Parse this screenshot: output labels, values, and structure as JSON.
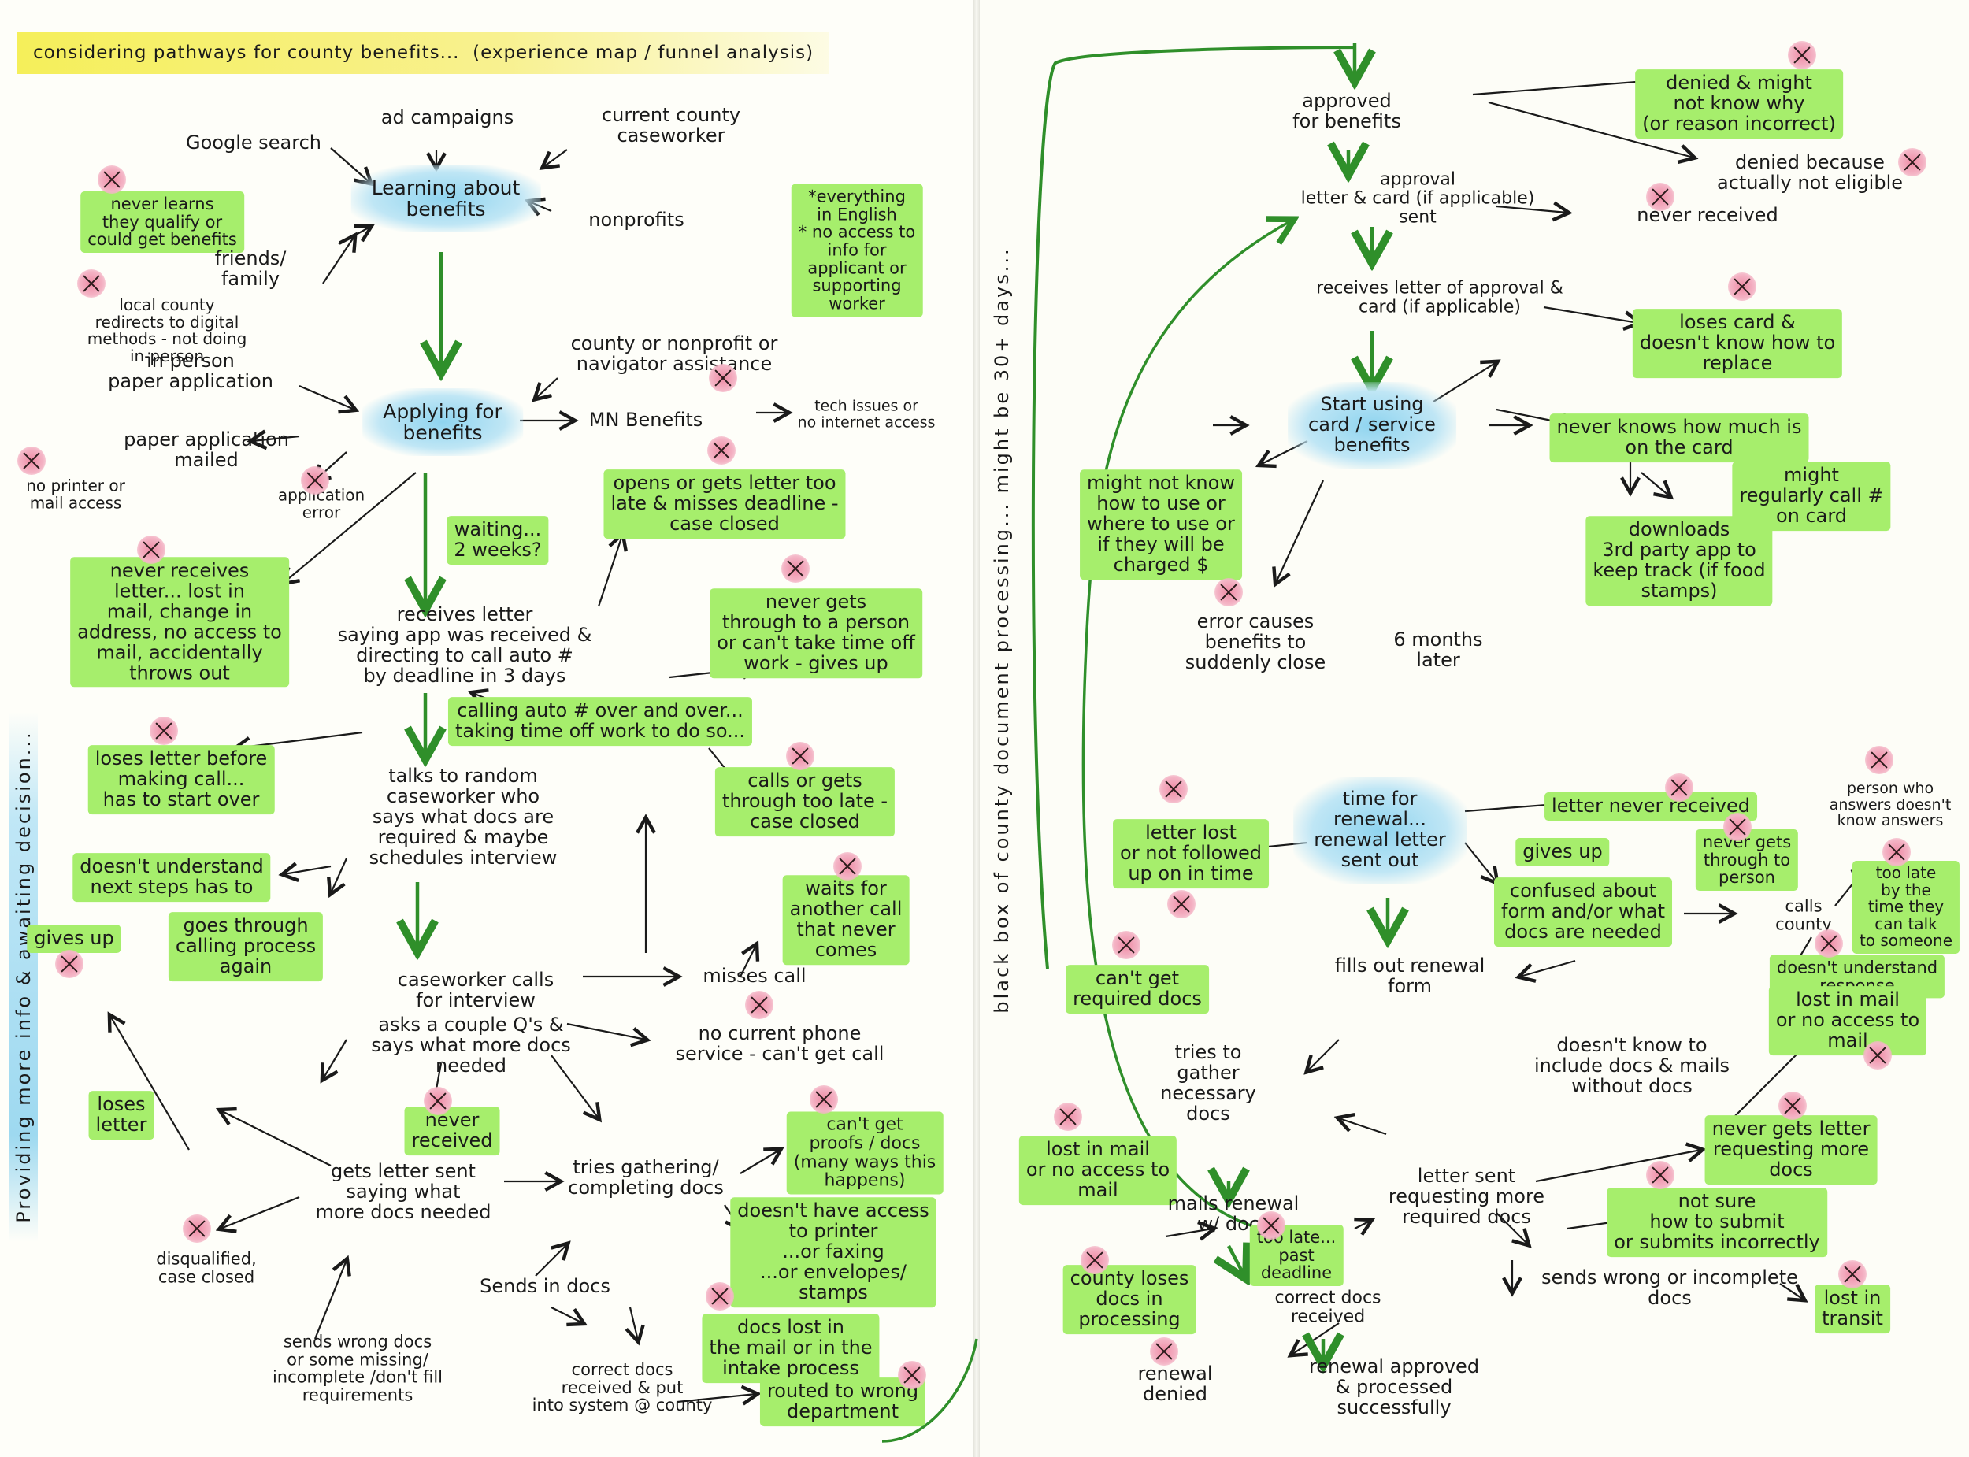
{
  "title": "considering pathways for county benefits...  (experience map / funnel analysis)",
  "side_notes": {
    "left": "Providing more info & awaiting decision...",
    "middle": "black box of county document processing... might be 30+ days..."
  },
  "left_page": {
    "google_search": "Google search",
    "ad_campaigns": "ad campaigns",
    "current_caseworker": "current county\ncaseworker",
    "learning_about_benefits": "Learning about\nbenefits",
    "never_learns": "never learns\nthey qualify or\ncould get benefits",
    "friends_family": "friends/\nfamily",
    "nonprofits": "nonprofits",
    "english_note": "*everything\nin English\n* no access to\ninfo for\napplicant or\nsupporting\nworker",
    "local_county": "local county\nredirects to digital\nmethods - not doing\nin-person",
    "in_person_paper": "in person\npaper application",
    "county_nonprofit_assist": "county or nonprofit or\nnavigator assistance",
    "applying_for_benefits": "Applying for\nbenefits",
    "mn_benefits": "MN Benefits",
    "tech_issues": "tech issues or\nno internet access",
    "paper_mailed": "paper application\nmailed",
    "no_printer": "no printer or\nmail access",
    "application_error": "application\nerror",
    "waiting": "waiting...\n2 weeks?",
    "opens_letter_late": "opens or gets letter too\nlate & misses deadline -\ncase closed",
    "never_receives_letter": "never receives\nletter... lost in\nmail, change in\naddress, no access to\nmail, accidentally\nthrows out",
    "receives_letter": "receives letter\nsaying app was received &\ndirecting to call auto #\nby deadline in 3 days",
    "never_gets_person": "never gets\nthrough to a person\nor can't take time off\nwork - gives up",
    "calling_over": "calling auto # over and over...\ntaking time off work to do so...",
    "loses_letter_before": "loses letter before\nmaking call...\nhas to start over",
    "calls_too_late": "calls or gets\nthrough too late -\ncase closed",
    "talks_to_caseworker": "talks to random\ncaseworker who\nsays what docs are\nrequired & maybe\nschedules interview",
    "doesnt_understand_next": "doesn't understand\nnext steps has to",
    "gives_up_left": "gives up",
    "goes_through_again": "goes through\ncalling process\nagain",
    "waits_for_call": "waits for\nanother call\nthat never\ncomes",
    "caseworker_calls": "caseworker calls\nfor interview",
    "misses_call": "misses call",
    "asks_couple_qs": "asks a couple Q's &\nsays what more docs\nneeded",
    "no_phone_service": "no current phone\nservice - can't get call",
    "loses_letter": "loses\nletter",
    "never_received_left": "never\nreceived",
    "letter_sent_docs": "gets letter sent\nsaying what\nmore docs needed",
    "tries_gathering": "tries gathering/\ncompleting docs",
    "cant_get_proofs": "can't get\nproofs / docs\n(many ways this\nhappens)",
    "no_access_printer": "doesn't have access\nto printer\n...or faxing\n...or envelopes/\nstamps",
    "disqualified": "disqualified,\ncase closed",
    "sends_in_docs": "Sends in docs",
    "docs_lost_intake": "docs lost in\nthe mail or in the\nintake process",
    "sends_wrong_docs": "sends wrong docs\nor some missing/\nincomplete /don't fill\nrequirements",
    "correct_docs_received": "correct docs\nreceived & put\ninto system @ county",
    "routed_wrong_dept": "routed to wrong\ndepartment"
  },
  "right_page": {
    "approved": "approved\nfor benefits",
    "denied_might_not_know": "denied & might\nnot know why\n(or reason incorrect)",
    "denied_not_eligible": "denied because\nactually not eligible",
    "approval_letter_sent": "approval\nletter & card (if applicable)\nsent",
    "never_received_right": "never received",
    "receives_letter_approval": "receives letter of approval &\ncard (if applicable)",
    "loses_card": "loses card &\ndoesn't know how to\nreplace",
    "start_using": "Start using\ncard / service\nbenefits",
    "never_knows_how_much": "never knows how much is\non the card",
    "might_regularly_call": "might\nregularly call #\non card",
    "might_not_know_how": "might not know\nhow to use or\nwhere to use or\nif they will be\ncharged $",
    "downloads_app": "downloads\n3rd party app to\nkeep track (if food\nstamps)",
    "error_causes_close": "error causes\nbenefits to\nsuddenly close",
    "six_months": "6 months\nlater",
    "time_for_renewal": "time for\nrenewal...\nrenewal letter\nsent out",
    "letter_lost": "letter lost\nor not followed\nup on in time",
    "letter_never_received": "letter never received",
    "person_answers": "person who\nanswers doesn't\nknow answers",
    "gives_up_right": "gives up",
    "never_gets_person_right": "never gets\nthrough to\nperson",
    "confused_about_form": "confused about\nform and/or what\ndocs are needed",
    "calls_county": "calls\ncounty",
    "too_late_talk": "too late\nby the\ntime they\ncan talk\nto someone",
    "doesnt_understand_response": "doesn't understand\nresponse",
    "lost_in_mail_right": "lost in mail\nor no access to\nmail",
    "cant_get_docs": "can't get\nrequired docs",
    "fills_out_renewal": "fills out renewal\nform",
    "doesnt_know_include": "doesn't know to\ninclude docs & mails\nwithout docs",
    "tries_to_gather": "tries to\ngather\nnecessary\ndocs",
    "lost_in_mail_access": "lost in mail\nor no access to\nmail",
    "letter_requesting": "letter sent\nrequesting more\nrequired docs",
    "never_gets_letter": "never gets letter\nrequesting more\ndocs",
    "mails_renewal": "mails renewal\nw/ docs",
    "too_late_deadline": "too late...\npast\ndeadline",
    "not_sure_submit": "not sure\nhow to submit\nor submits incorrectly",
    "county_loses_docs": "county loses\ndocs in\nprocessing",
    "correct_docs_right": "correct docs\nreceived",
    "sends_wrong_incomplete": "sends wrong or incomplete\ndocs",
    "lost_in_transit": "lost in\ntransit",
    "renewal_denied": "renewal\ndenied",
    "renewal_approved": "renewal approved\n& processed\nsuccessfully"
  }
}
